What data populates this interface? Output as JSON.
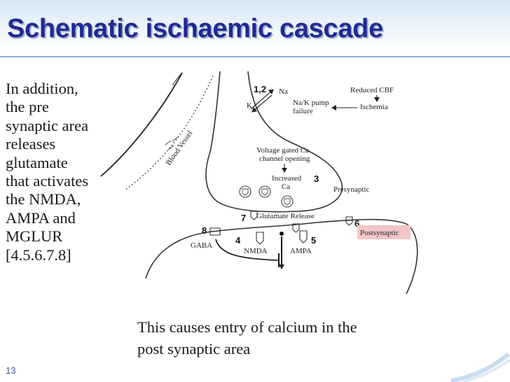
{
  "slide": {
    "title": "Schematic ischaemic cascade",
    "number": "13"
  },
  "sidebar_text": {
    "lines": [
      "In addition,",
      "the pre",
      "synaptic area",
      "releases",
      "glutamate",
      "that activates",
      "the NMDA,",
      "AMPA and",
      "MGLUR",
      "[4.5.6.7.8]"
    ]
  },
  "caption": {
    "lines": [
      "This causes entry of calcium in the",
      "post synaptic area"
    ]
  },
  "diagram": {
    "labels": {
      "blood_vessel": "Blood Vessel",
      "na": "Na",
      "k": "K",
      "step_12": "1,2",
      "reduced_cbf": "Reduced CBF",
      "pump_failure_line1": "Na/K pump",
      "pump_failure_line2": "failure",
      "ischemia": "Ischemia",
      "vg_ca_line1": "Voltage gated Ca",
      "vg_ca_line2": "channel opening",
      "increased_line1": "Increased",
      "increased_line2": "Ca",
      "step_3": "3",
      "presynaptic": "Presynaptic",
      "glutamate_release": "Glutamate Release",
      "step_7": "7",
      "step_6": "6",
      "step_8": "8",
      "step_4": "4",
      "step_5": "5",
      "gaba": "GABA",
      "nmda": "NMDA",
      "ampa": "AMPA",
      "postsynaptic": "Postsynaptic"
    },
    "colors": {
      "postsynaptic_highlight": "#f4c6c6",
      "title": "#1f2a95",
      "ink": "#222222"
    }
  }
}
